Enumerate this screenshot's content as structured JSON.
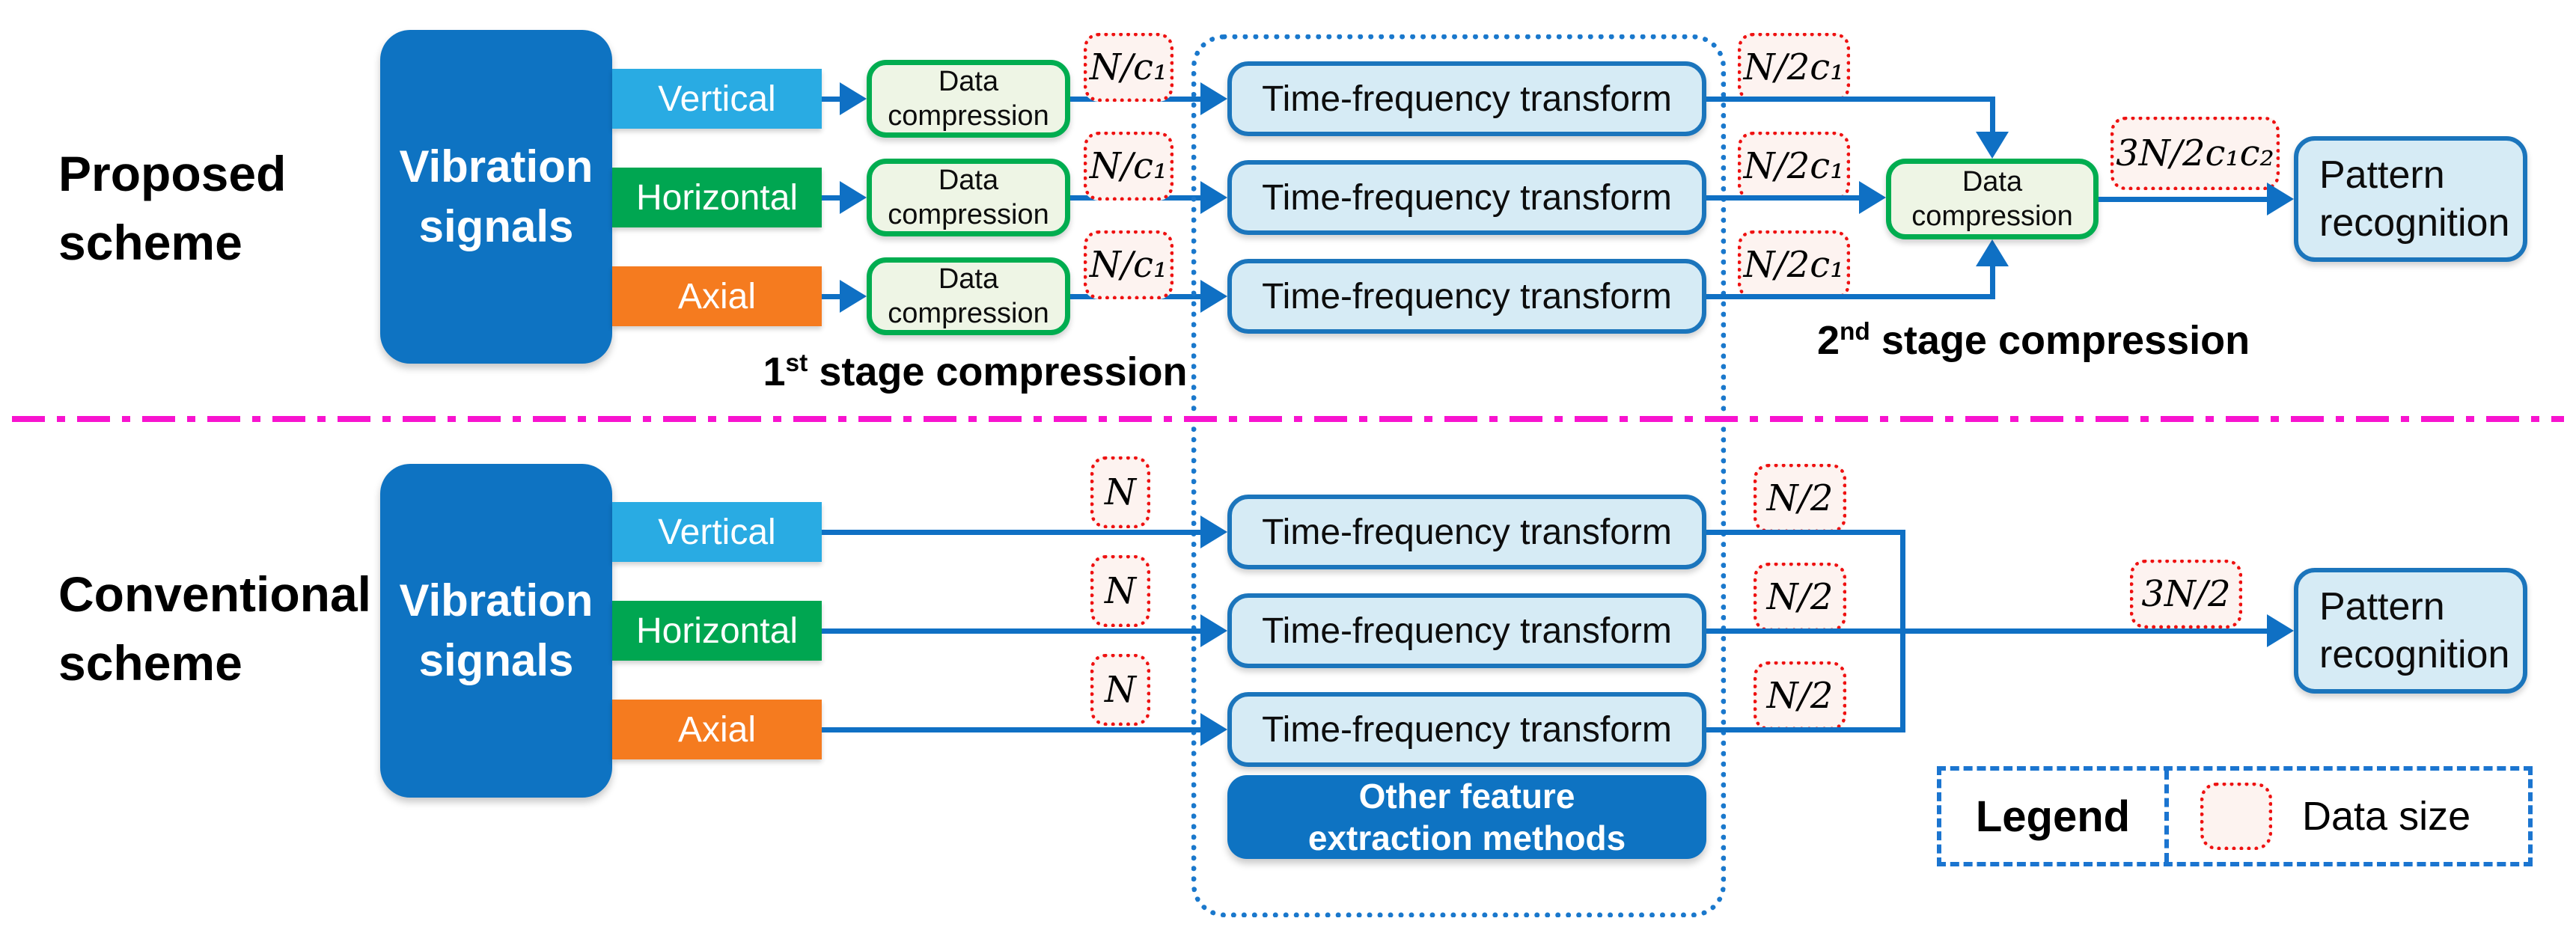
{
  "colors": {
    "flow_line_blue": "#0f70c4",
    "transform_box_fill": "#d6ebf5",
    "transform_box_border": "#1b75bc",
    "compression_box_fill": "#eef5e5",
    "compression_box_border": "#00ad50",
    "primary_blue": "#0e73c2",
    "channel_vertical": "#29abe3",
    "channel_horizontal": "#00a651",
    "channel_axial": "#f57b1f",
    "size_label_border": "#ee1111",
    "size_label_fill": "#fdf3f0",
    "divider_magenta": "#f813cf",
    "dashed_container_blue": "#1a78cc"
  },
  "proposed": {
    "scheme_label": {
      "line1": "Proposed",
      "line2": "scheme"
    },
    "source": {
      "line1": "Vibration",
      "line2": "signals"
    },
    "channels": [
      {
        "label": "Vertical",
        "color": "#29abe3"
      },
      {
        "label": "Horizontal",
        "color": "#00a651"
      },
      {
        "label": "Axial",
        "color": "#f57b1f"
      }
    ],
    "compression_box": {
      "line1": "Data",
      "line2": "compression"
    },
    "stage1_sizes": [
      "N/c₁",
      "N/c₁",
      "N/c₁"
    ],
    "stage1_caption": {
      "number": "1",
      "suffix": "st",
      "text": "stage compression"
    },
    "transform_label": "Time-frequency transform",
    "stage2_sizes": [
      "N/2c₁",
      "N/2c₁",
      "N/2c₁"
    ],
    "stage2_box": {
      "line1": "Data",
      "line2": "compression"
    },
    "stage2_caption": {
      "number": "2",
      "suffix": "nd",
      "text": "stage compression"
    },
    "output_size": "3N/2c₁c₂",
    "sink": {
      "line1": "Pattern",
      "line2": "recognition"
    }
  },
  "conventional": {
    "scheme_label": {
      "line1": "Conventional",
      "line2": "scheme"
    },
    "source": {
      "line1": "Vibration",
      "line2": "signals"
    },
    "channels": [
      {
        "label": "Vertical",
        "color": "#29abe3"
      },
      {
        "label": "Horizontal",
        "color": "#00a651"
      },
      {
        "label": "Axial",
        "color": "#f57b1f"
      }
    ],
    "input_sizes": [
      "N",
      "N",
      "N"
    ],
    "transform_label": "Time-frequency transform",
    "output_sizes": [
      "N/2",
      "N/2",
      "N/2"
    ],
    "total_size": "3N/2",
    "sink": {
      "line1": "Pattern",
      "line2": "recognition"
    },
    "other_methods": {
      "line1": "Other feature",
      "line2": "extraction methods"
    }
  },
  "legend": {
    "title": "Legend",
    "item_label": "Data size"
  }
}
